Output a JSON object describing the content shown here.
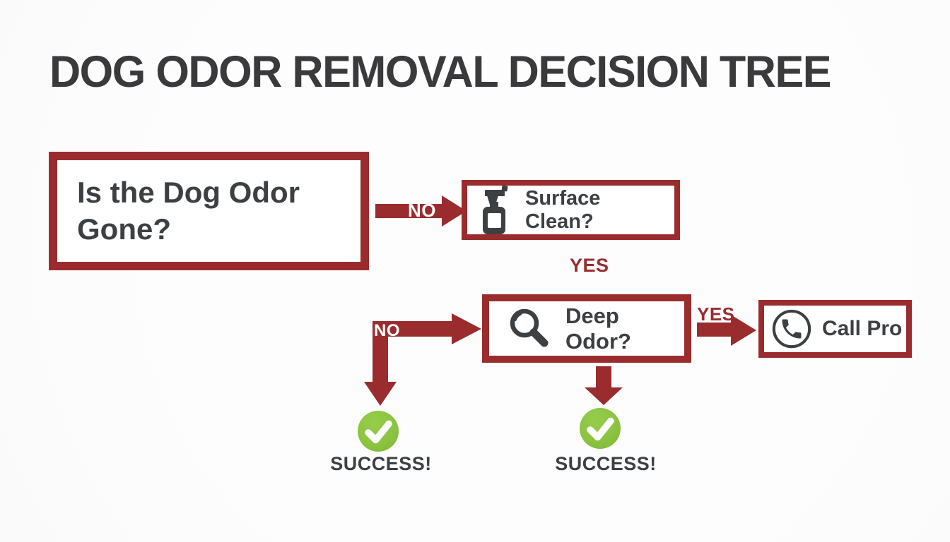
{
  "title": "DOG ODOR REMOVAL DECISION TREE",
  "palette": {
    "red": "#9b2c2e",
    "green": "#8bc441",
    "dark_text": "#3d4043",
    "title_text": "#3a3a3c",
    "white": "#ffffff",
    "background": "#fcfcfc"
  },
  "nodes": {
    "root": {
      "label": "Is the Dog Odor Gone?"
    },
    "surface": {
      "label": "Surface Clean?",
      "icon": "spray-bottle-icon"
    },
    "deep": {
      "label": "Deep Odor?",
      "icon": "magnifying-glass-icon"
    },
    "call_pro": {
      "label": "Call Pro",
      "icon": "phone-icon"
    }
  },
  "edges": {
    "root_to_surface": {
      "label": "NO"
    },
    "surface_to_deep": {
      "label": "YES"
    },
    "no_branch_to_success": {
      "label": "NO"
    },
    "deep_to_call_pro": {
      "label": "YES"
    }
  },
  "outcomes": {
    "left": {
      "label": "SUCCESS!",
      "icon": "checkmark-icon"
    },
    "right": {
      "label": "SUCCESS!",
      "icon": "checkmark-icon"
    }
  }
}
